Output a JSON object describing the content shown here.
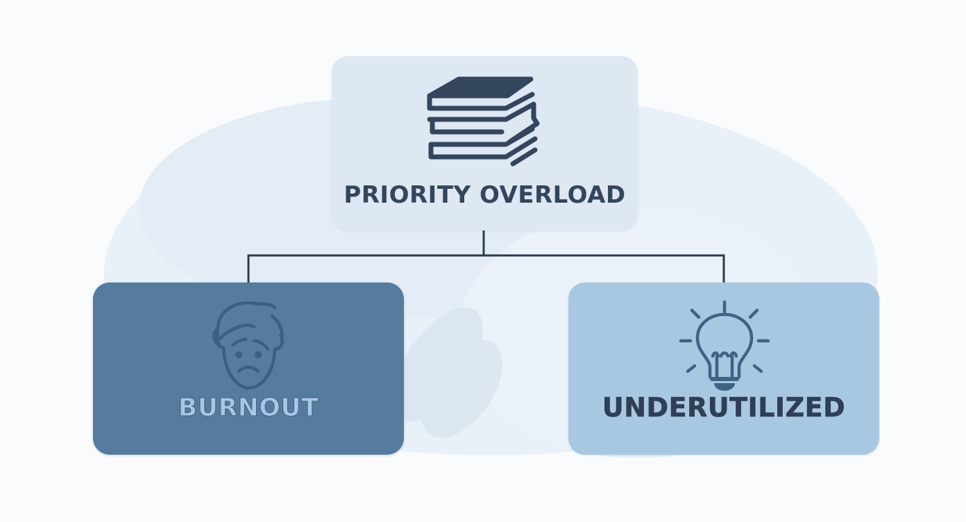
{
  "diagram": {
    "root": {
      "label": "PRIORITY OVERLOAD",
      "icon": "stacked-books-icon",
      "color": "#dde8f2",
      "text_color": "#34465e"
    },
    "children": [
      {
        "label": "BURNOUT",
        "icon": "sad-face-icon",
        "color": "#557b9e",
        "text_color": "#a9c7e3"
      },
      {
        "label": "UNDERUTILIZED",
        "icon": "lightbulb-icon",
        "color": "#a8c8e1",
        "text_color": "#2f3f55"
      }
    ],
    "connector_color": "#2c3a4c",
    "background_color": "#e8f0f8"
  }
}
